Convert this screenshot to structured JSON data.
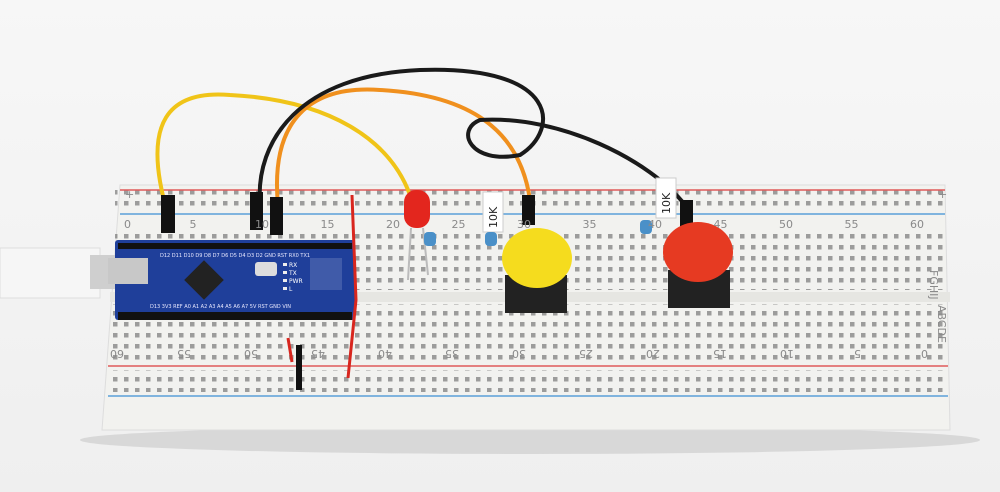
{
  "breadboard": {
    "top_column_numbers": [
      "0",
      "5",
      "10",
      "15",
      "20",
      "25",
      "30",
      "35",
      "40",
      "45",
      "50",
      "55",
      "60"
    ],
    "bottom_column_numbers": [
      "60",
      "55",
      "50",
      "45",
      "40",
      "35",
      "30",
      "25",
      "20",
      "15",
      "10",
      "5",
      "0"
    ],
    "row_letters_top": "FGHIJ",
    "row_letters_bottom": "ABCDE",
    "rail_plus": "+",
    "rail_minus": "-",
    "colors": {
      "body": "#f2f2ef",
      "rail_red": "#e05a5a",
      "rail_blue": "#5aa0d8"
    }
  },
  "components": {
    "resistor_labels": [
      "10K",
      "10K"
    ],
    "led_color": "#e3261e",
    "buttons": [
      {
        "cap_color": "#f5dc1e"
      },
      {
        "cap_color": "#e63a22"
      }
    ],
    "arduino": {
      "board_color": "#1f3f9a",
      "top_pins": "D12 D11 D10 D9 D8 D7 D6 D5 D4 D3 D2 GND RST RX0 TX1",
      "bottom_pins": "D13 3V3 REF A0 A1 A2 A3 A4 A5 A6 A7 5V RST GND VIN",
      "leds": [
        "RX",
        "TX",
        "PWR",
        "L"
      ]
    },
    "wires": [
      {
        "color": "#f0c418"
      },
      {
        "color": "#f0901e"
      },
      {
        "color": "#1a1a1a"
      },
      {
        "color": "#1a1a1a"
      },
      {
        "color": "#d8261e"
      }
    ]
  }
}
